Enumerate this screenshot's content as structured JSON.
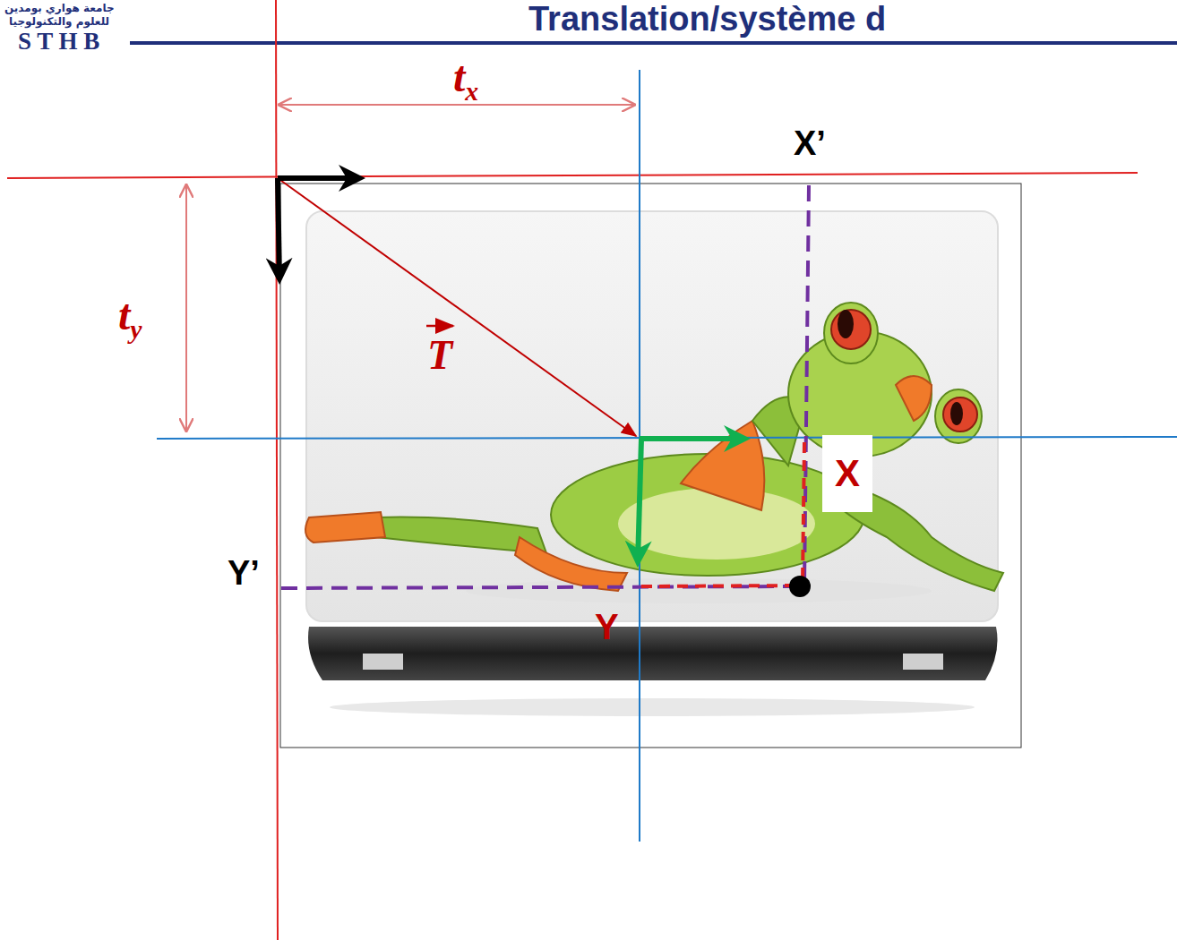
{
  "diagram": {
    "title": "Translation/système d",
    "labels": [
      "جامعة هواري بومدين",
      "للعلوم والتكنولوجيا",
      "S T H B",
      "tx",
      "X’",
      "ty",
      "T",
      "X",
      "Y’",
      "Y"
    ]
  }
}
